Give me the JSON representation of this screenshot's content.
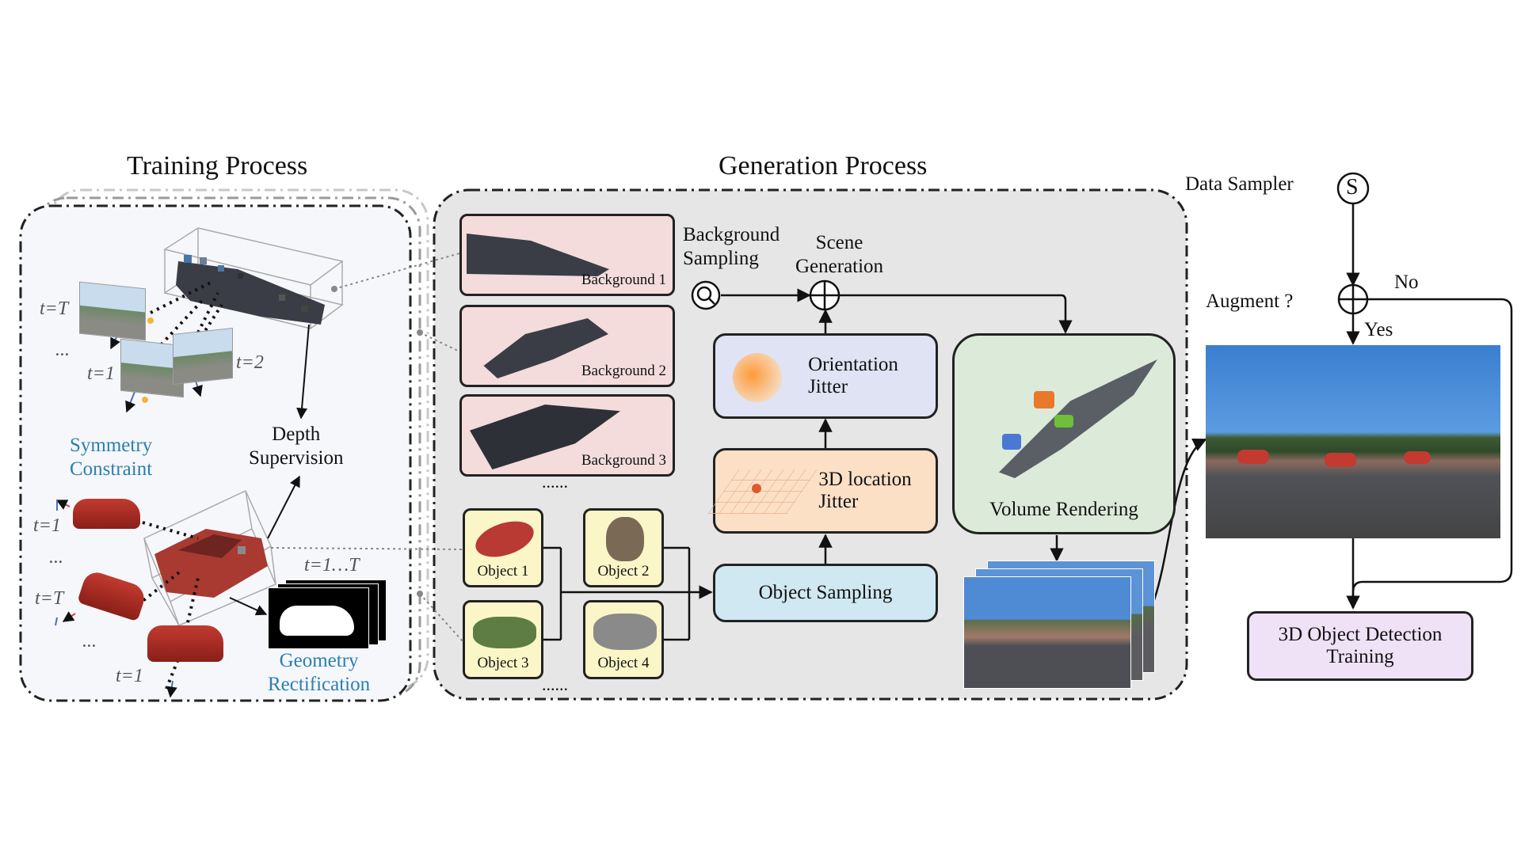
{
  "training": {
    "title": "Training Process",
    "time_labels": {
      "t_T_top": "t=T",
      "t_1_top": "t=1",
      "t_2_top": "t=2",
      "dots_top": "...",
      "t_1_a": "t=1",
      "t_T_b": "t=T",
      "t_1_c": "t=1",
      "dots_a": "...",
      "dots_b": "...",
      "t_range": "t=1…T"
    },
    "symmetry_label": "Symmetry\nConstraint",
    "depth_label": "Depth\nSupervision",
    "geometry_label": "Geometry\nRectification"
  },
  "generation": {
    "title": "Generation Process",
    "backgrounds": [
      "Background 1",
      "Background 2",
      "Background 3"
    ],
    "bg_more": "......",
    "objects": [
      "Object 1",
      "Object 2",
      "Object 3",
      "Object 4"
    ],
    "obj_more": "......",
    "background_sampling": "Background\nSampling",
    "scene_generation": "Scene\nGeneration",
    "orientation_jitter": "Orientation\nJitter",
    "location_jitter": "3D location\nJitter",
    "object_sampling": "Object Sampling",
    "volume_rendering": "Volume Rendering"
  },
  "sampler": {
    "data_sampler": "Data Sampler",
    "sampler_symbol": "S",
    "augment": "Augment ?",
    "no": "No",
    "yes": "Yes",
    "detection_training": "3D Object Detection\nTraining"
  },
  "colors": {
    "background_box": "#f4dcdc",
    "object_box": "#fbf6c8",
    "orientation_box": "#dfe3f3",
    "location_box": "#fbe0c6",
    "sampling_box": "#cfe8f1",
    "volume_box": "#dcebd9",
    "detection_box": "#efe2f7",
    "generation_panel": "#e6e6e6",
    "training_panel": "#f6f7fb",
    "label_blue": "#2a7fb0"
  }
}
